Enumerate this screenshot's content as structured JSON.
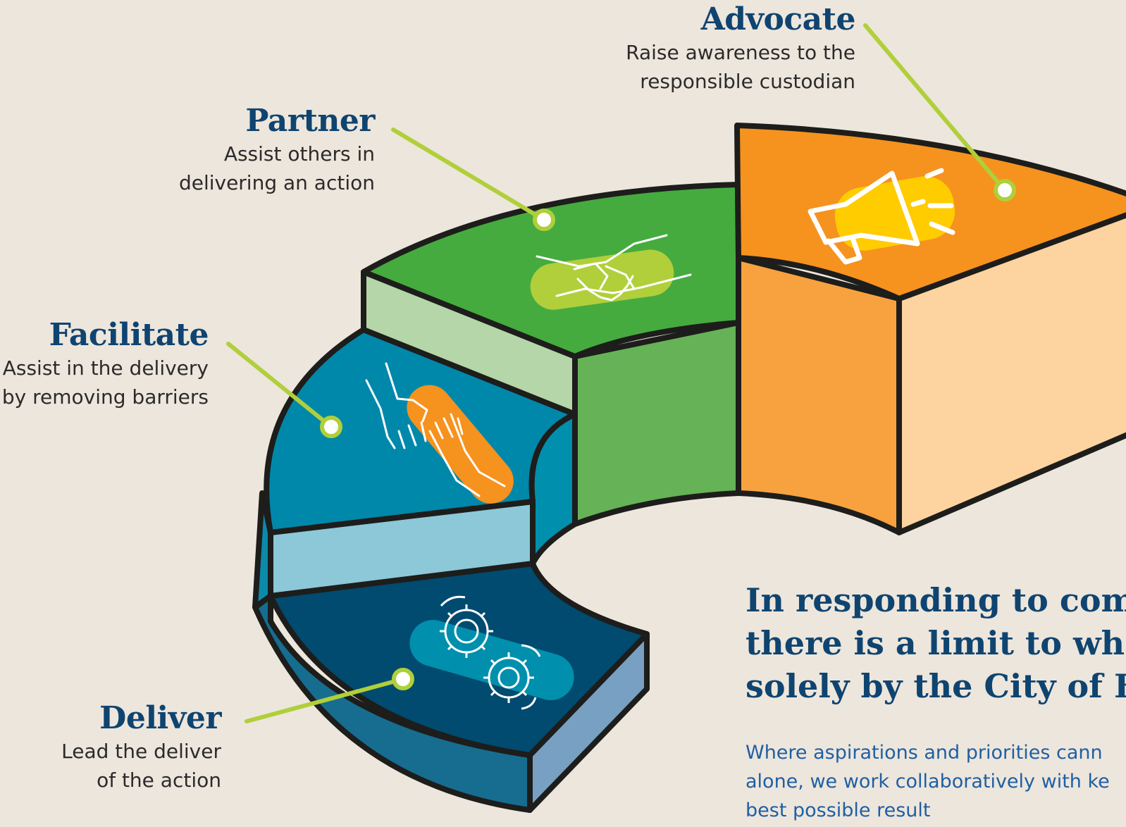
{
  "roles": [
    {
      "title": "Advocate",
      "description_lines": [
        "Raise awareness to the",
        "responsible custodian"
      ]
    },
    {
      "title": "Partner",
      "description_lines": [
        "Assist others in",
        "delivering an action"
      ]
    },
    {
      "title": "Facilitate",
      "description_lines": [
        "Assist in the delivery",
        "by removing barriers"
      ]
    },
    {
      "title": "Deliver",
      "description_lines": [
        "Lead the deliver",
        "of the action"
      ]
    }
  ],
  "headline_lines": [
    "In responding to comm",
    "there is a limit to what",
    "solely by the City of Bu"
  ],
  "body_lines": [
    "Where aspirations and priorities cann",
    "alone, we work collaboratively with ke",
    "best possible result"
  ],
  "colors": {
    "background": "#ede6dc",
    "advocate": "#f6921e",
    "partner": "#45ab3f",
    "facilitate": "#0b8aaa",
    "deliver": "#0e4b6e",
    "leader_line": "#b0cf3a",
    "title_text": "#0f4470"
  },
  "icons": [
    "megaphone-icon",
    "handshake-icon",
    "helping-hands-icon",
    "gears-icon"
  ]
}
